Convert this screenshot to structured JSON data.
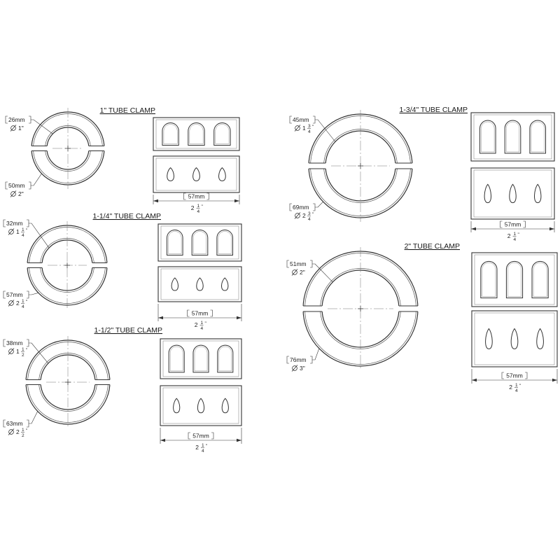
{
  "clamps": [
    {
      "title": "1\" TUBE CLAMP",
      "inner": {
        "mm": "26mm",
        "whole": "1\"",
        "num": "",
        "den": ""
      },
      "outer": {
        "mm": "50mm",
        "whole": "2\"",
        "num": "",
        "den": ""
      },
      "width": {
        "mm": "57mm",
        "whole": "2",
        "num": "1",
        "den": "4"
      }
    },
    {
      "title": "1-1/4\" TUBE CLAMP",
      "inner": {
        "mm": "32mm",
        "whole": "1",
        "num": "1",
        "den": "4"
      },
      "outer": {
        "mm": "57mm",
        "whole": "2",
        "num": "1",
        "den": "4"
      },
      "width": {
        "mm": "57mm",
        "whole": "2",
        "num": "1",
        "den": "4"
      }
    },
    {
      "title": "1-1/2\" TUBE CLAMP",
      "inner": {
        "mm": "38mm",
        "whole": "1",
        "num": "1",
        "den": "2"
      },
      "outer": {
        "mm": "63mm",
        "whole": "2",
        "num": "1",
        "den": "2"
      },
      "width": {
        "mm": "57mm",
        "whole": "2",
        "num": "1",
        "den": "4"
      }
    },
    {
      "title": "1-3/4\" TUBE CLAMP",
      "inner": {
        "mm": "45mm",
        "whole": "1",
        "num": "3",
        "den": "4"
      },
      "outer": {
        "mm": "69mm",
        "whole": "2",
        "num": "3",
        "den": "4"
      },
      "width": {
        "mm": "57mm",
        "whole": "2",
        "num": "1",
        "den": "4"
      }
    },
    {
      "title": "2\" TUBE CLAMP",
      "inner": {
        "mm": "51mm",
        "whole": "2\"",
        "num": "",
        "den": ""
      },
      "outer": {
        "mm": "76mm",
        "whole": "3\"",
        "num": "",
        "den": ""
      },
      "width": {
        "mm": "57mm",
        "whole": "2",
        "num": "1",
        "den": "4"
      }
    }
  ]
}
